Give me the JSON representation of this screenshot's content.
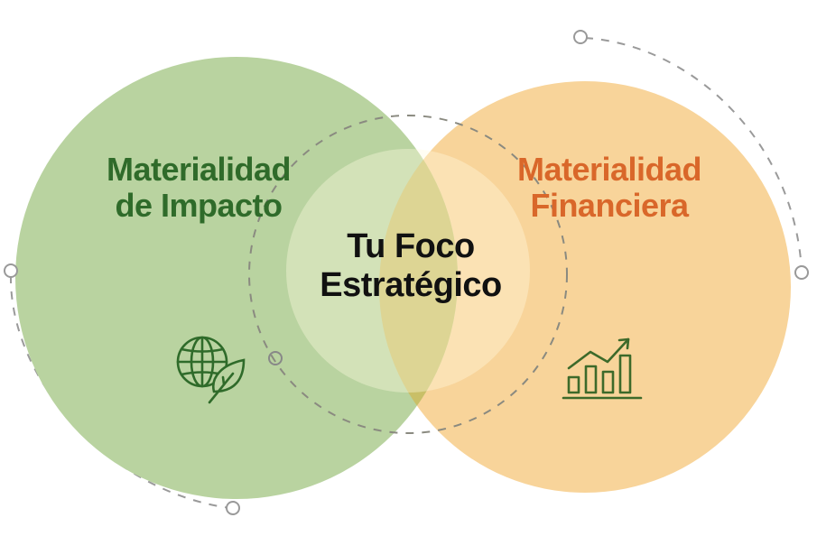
{
  "diagram": {
    "type": "venn",
    "left_circle": {
      "title_line1": "Materialidad",
      "title_line2": "de Impacto",
      "fill_color": "#b9d3a0",
      "text_color": "#2f6b2a",
      "icon": "globe-leaf-icon"
    },
    "right_circle": {
      "title_line1": "Materialidad",
      "title_line2": "Financiera",
      "fill_color": "#f8d49a",
      "text_color": "#d9672a",
      "icon": "growth-bar-chart-icon"
    },
    "center": {
      "title_line1": "Tu Foco",
      "title_line2": "Estratégico",
      "overlap_color": "#c9bf67",
      "text_color": "#111111"
    },
    "decorations": {
      "dashed_orbit_color": "#8a8a8a",
      "node_markers": 5
    }
  }
}
